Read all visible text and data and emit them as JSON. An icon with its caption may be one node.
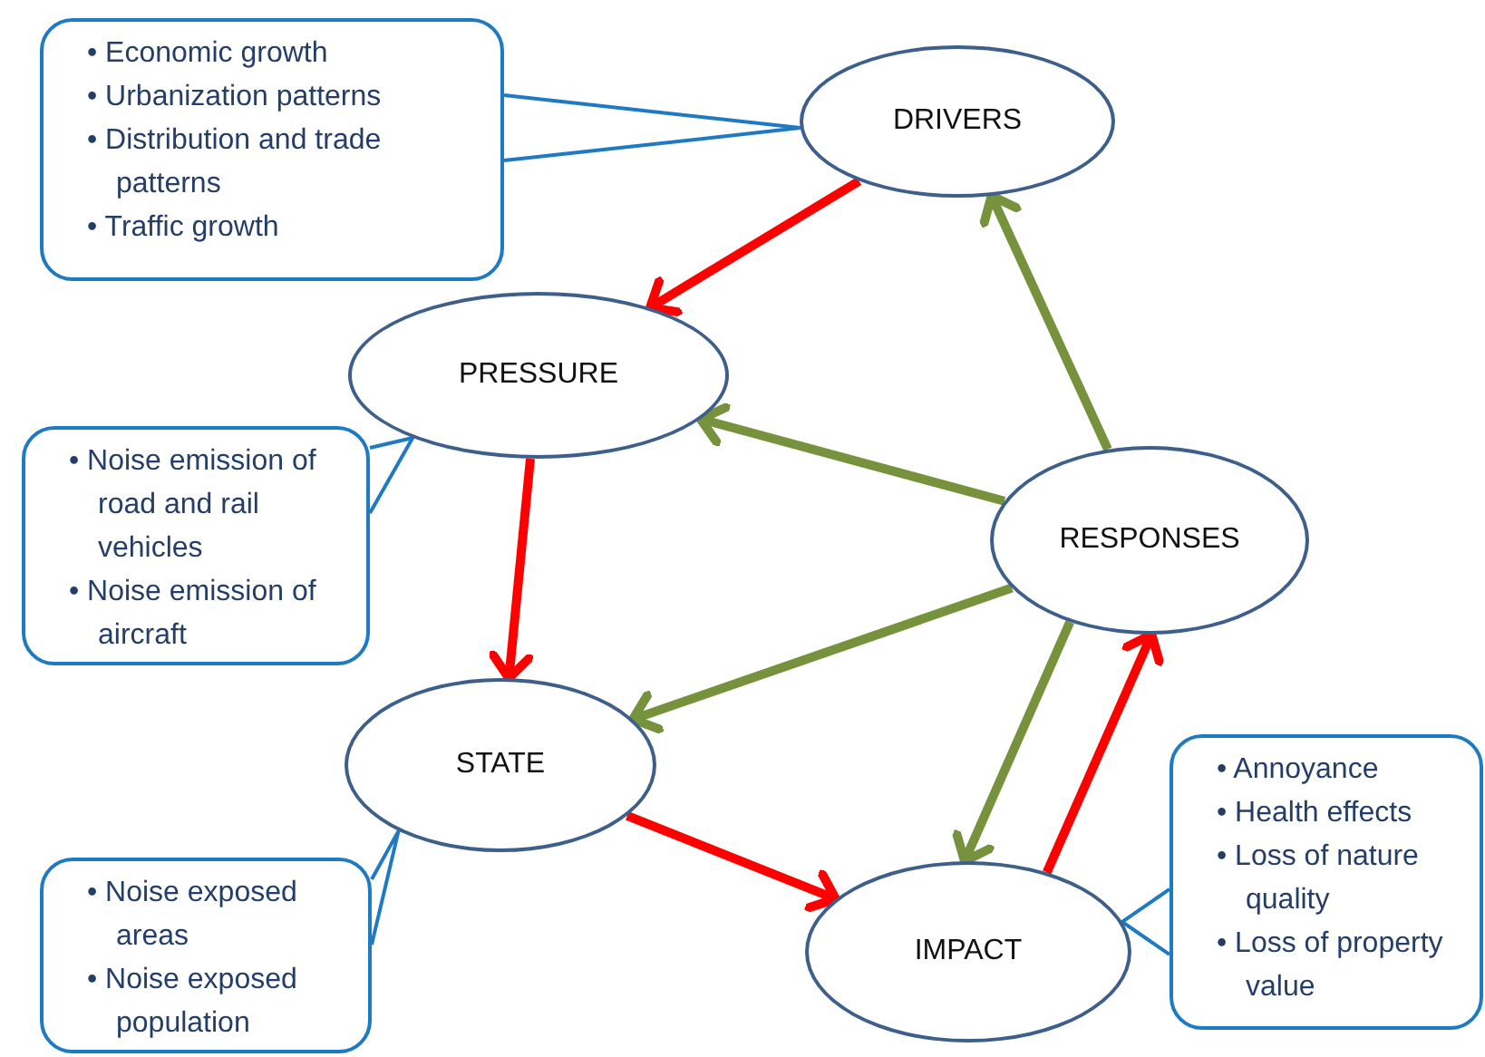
{
  "diagram": {
    "nodes": [
      {
        "text": [
          "• Economic growth",
          "• Urbanization patterns",
          "• Distribution and trade patterns",
          "• Traffic growth"
        ]
      },
      {
        "text": [
          "DRIVERS"
        ]
      },
      {
        "text": [
          "PRESSURE"
        ]
      },
      {
        "text": [
          "• Noise emission of road and rail vehicles",
          "• Noise emission of aircraft"
        ]
      },
      {
        "text": [
          "RESPONSES"
        ]
      },
      {
        "text": [
          "STATE"
        ]
      },
      {
        "text": [
          "• Annoyance",
          "• Health effects",
          "• Loss of nature quality",
          "• Loss of property value"
        ]
      },
      {
        "text": [
          "• Noise exposed areas",
          "• Noise exposed population"
        ]
      },
      {
        "text": [
          "IMPACT"
        ]
      }
    ],
    "edges": [
      {
        "from": 1,
        "to": 2,
        "arrow": "to",
        "color": "#ff0000"
      },
      {
        "from": 2,
        "to": 5,
        "arrow": "to",
        "color": "#ff0000"
      },
      {
        "from": 5,
        "to": 8,
        "arrow": "to",
        "color": "#ff0000"
      },
      {
        "from": 8,
        "to": 4,
        "arrow": "to",
        "color": "#ff0000"
      },
      {
        "from": 4,
        "to": 1,
        "arrow": "to",
        "color": "#76923c"
      },
      {
        "from": 4,
        "to": 2,
        "arrow": "to",
        "color": "#76923c"
      },
      {
        "from": 4,
        "to": 5,
        "arrow": "to",
        "color": "#76923c"
      },
      {
        "from": 4,
        "to": 8,
        "arrow": "to",
        "color": "#76923c"
      },
      {
        "from": 0,
        "to": 1,
        "arrow": "none",
        "color": "#1f7ac4"
      },
      {
        "from": 3,
        "to": 2,
        "arrow": "none",
        "color": "#1f7ac4"
      },
      {
        "from": 7,
        "to": 5,
        "arrow": "none",
        "color": "#1f7ac4"
      },
      {
        "from": 6,
        "to": 8,
        "arrow": "none",
        "color": "#1f7ac4"
      }
    ]
  }
}
